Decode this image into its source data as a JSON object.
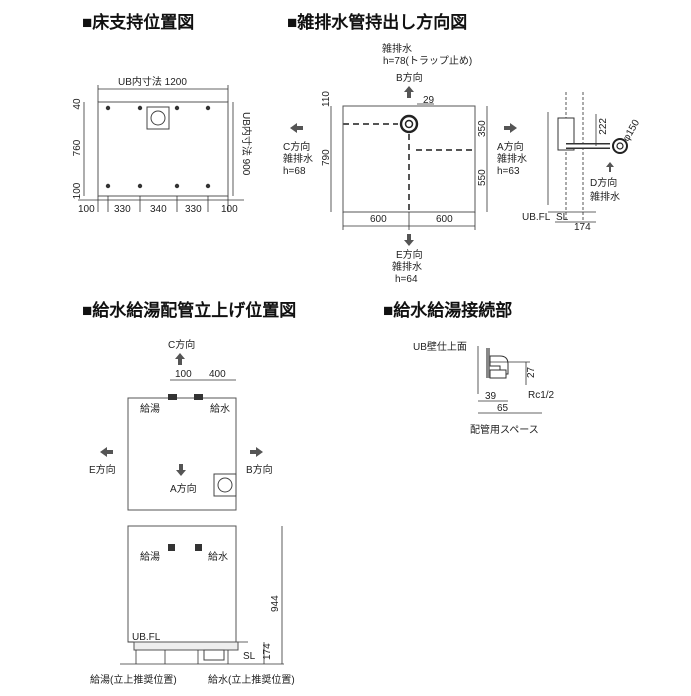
{
  "floor_support": {
    "title": "■床支持位置図",
    "ub_width": "UB内寸法 1200",
    "ub_depth": "UB内寸法 900",
    "left_dims": [
      "40",
      "760",
      "100"
    ],
    "bottom_dims": [
      "100",
      "330",
      "340",
      "330",
      "100"
    ]
  },
  "drain": {
    "title": "■雑排水管持出し方向図",
    "top_label": "雑排水",
    "top_h": "h=78(トラップ止め)",
    "b_dir": "B方向",
    "c_dir": "C方向",
    "c_name": "雑排水",
    "c_h": "h=68",
    "a_dir": "A方向",
    "a_name": "雑排水",
    "a_h": "h=63",
    "e_dir": "E方向",
    "e_name": "雑排水",
    "e_h": "h=64",
    "d_dir": "D方向",
    "d_name": "雑排水",
    "dims": {
      "d110": "110",
      "d790": "790",
      "d29": "29",
      "d350": "350",
      "d550": "550",
      "d600a": "600",
      "d600b": "600",
      "d222": "222",
      "d150": "φ150",
      "d174": "174"
    },
    "ub_fl": "UB.FL",
    "sl": "SL"
  },
  "supply": {
    "title": "■給水給湯配管立上げ位置図",
    "c_dir": "C方向",
    "e_dir": "E方向",
    "b_dir": "B方向",
    "a_dir": "A方向",
    "hot": "給湯",
    "cold": "給水",
    "d100": "100",
    "d400": "400",
    "d944": "944",
    "d174": "174",
    "ub_fl": "UB.FL",
    "sl": "SL",
    "hot_rec": "給湯(立上推奨位置)",
    "cold_rec": "給水(立上推奨位置)"
  },
  "connect": {
    "title": "■給水給湯接続部",
    "wall": "UB壁仕上面",
    "d27": "27",
    "d39": "39",
    "d65": "65",
    "rc": "Rc1/2",
    "space": "配管用スペース"
  }
}
